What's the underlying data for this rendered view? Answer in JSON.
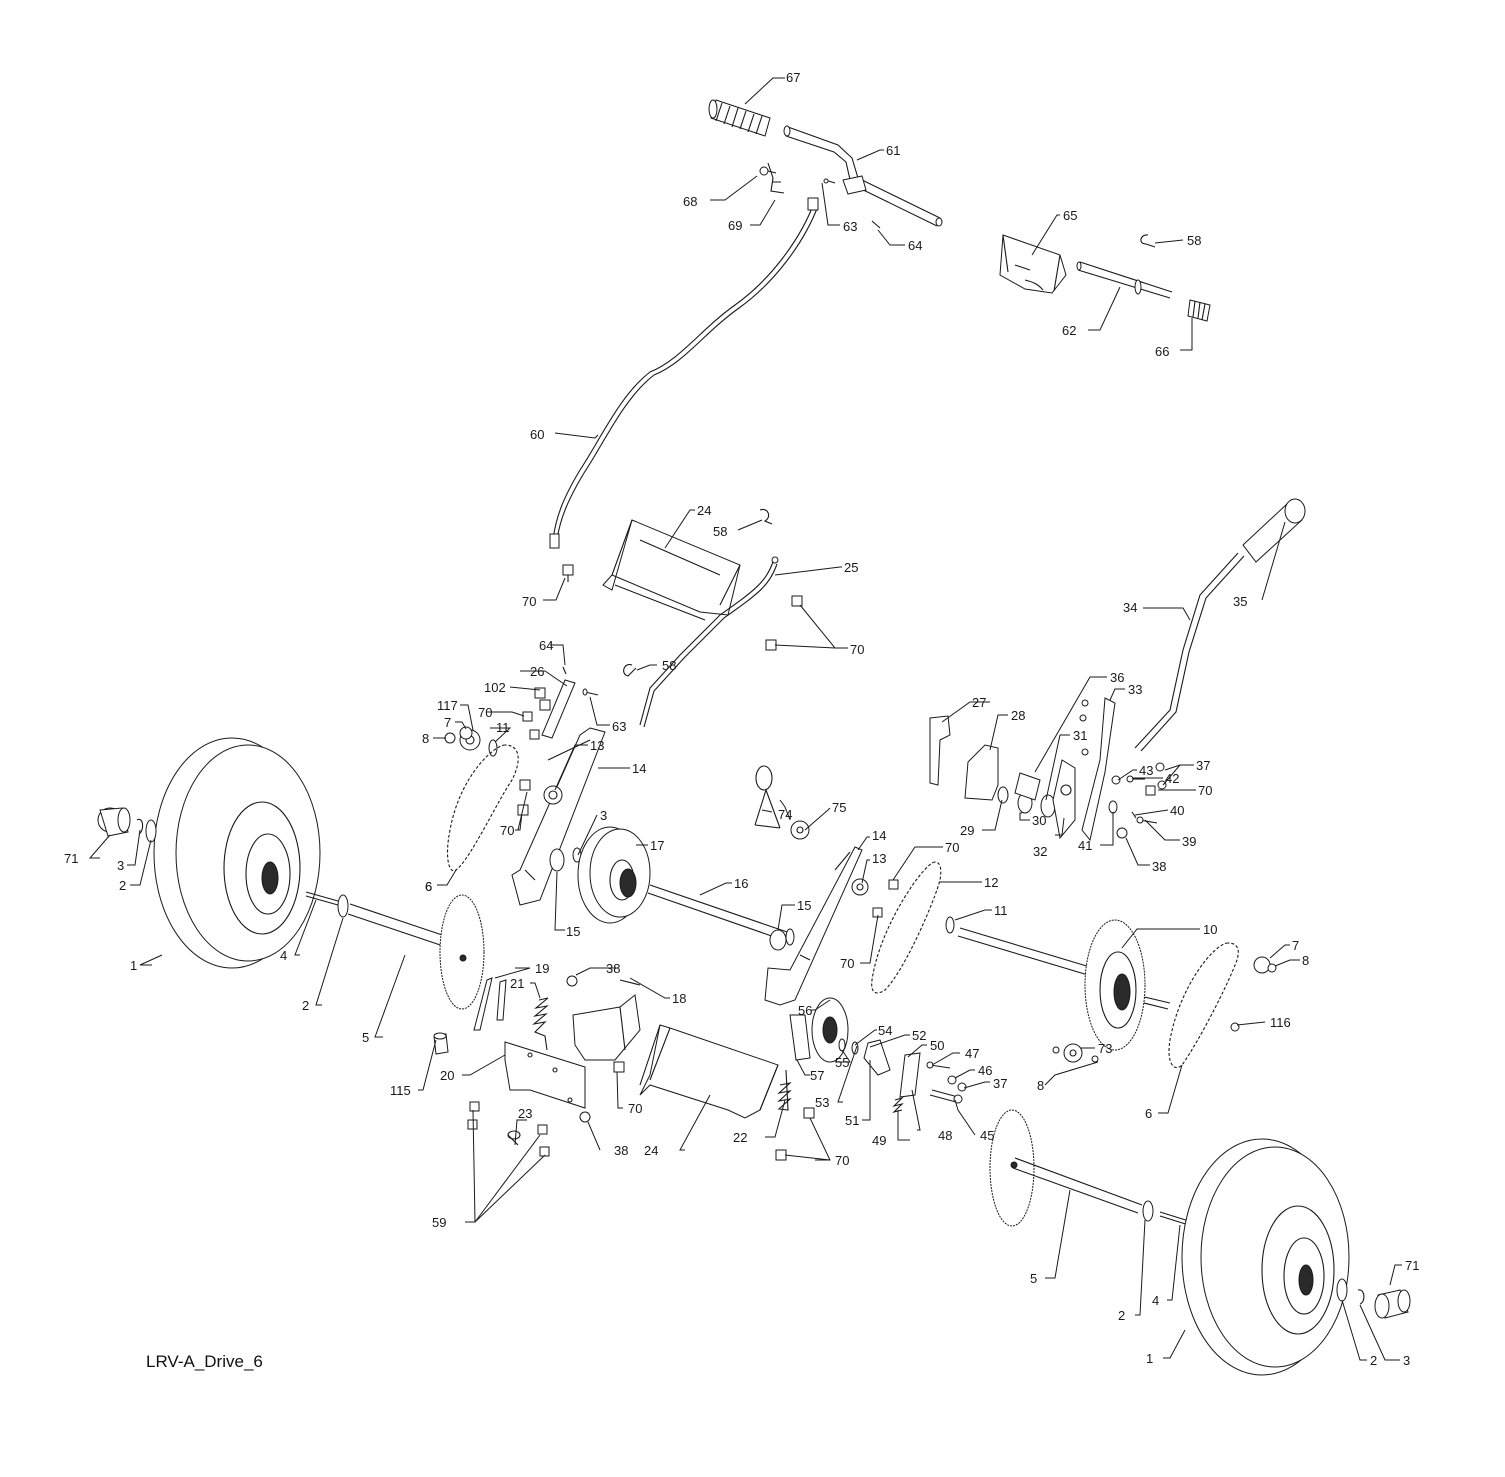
{
  "diagram_caption": "LRV-A_Drive_6",
  "callouts": [
    {
      "id": "c-67",
      "text": "67"
    },
    {
      "id": "c-61",
      "text": "61"
    },
    {
      "id": "c-68",
      "text": "68"
    },
    {
      "id": "c-69",
      "text": "69"
    },
    {
      "id": "c-63a",
      "text": "63"
    },
    {
      "id": "c-64a",
      "text": "64"
    },
    {
      "id": "c-65",
      "text": "65"
    },
    {
      "id": "c-58a",
      "text": "58"
    },
    {
      "id": "c-62",
      "text": "62"
    },
    {
      "id": "c-66",
      "text": "66"
    },
    {
      "id": "c-60",
      "text": "60"
    },
    {
      "id": "c-24a",
      "text": "24"
    },
    {
      "id": "c-58b",
      "text": "58"
    },
    {
      "id": "c-25",
      "text": "25"
    },
    {
      "id": "c-70a",
      "text": "70"
    },
    {
      "id": "c-70b",
      "text": "70"
    },
    {
      "id": "c-35",
      "text": "35"
    },
    {
      "id": "c-34",
      "text": "34"
    },
    {
      "id": "c-64b",
      "text": "64"
    },
    {
      "id": "c-58c",
      "text": "58"
    },
    {
      "id": "c-26",
      "text": "26"
    },
    {
      "id": "c-102",
      "text": "102"
    },
    {
      "id": "c-63b",
      "text": "63"
    },
    {
      "id": "c-117",
      "text": "117"
    },
    {
      "id": "c-70c",
      "text": "70"
    },
    {
      "id": "c-7a",
      "text": "7"
    },
    {
      "id": "c-11a",
      "text": "11"
    },
    {
      "id": "c-8a",
      "text": "8"
    },
    {
      "id": "c-6a",
      "text": "6"
    },
    {
      "id": "c-13a",
      "text": "13"
    },
    {
      "id": "c-14a",
      "text": "14"
    },
    {
      "id": "c-70d",
      "text": "70"
    },
    {
      "id": "c-27",
      "text": "27"
    },
    {
      "id": "c-28",
      "text": "28"
    },
    {
      "id": "c-36",
      "text": "36"
    },
    {
      "id": "c-33",
      "text": "33"
    },
    {
      "id": "c-37a",
      "text": "37"
    },
    {
      "id": "c-31",
      "text": "31"
    },
    {
      "id": "c-43",
      "text": "43"
    },
    {
      "id": "c-42",
      "text": "42"
    },
    {
      "id": "c-70e",
      "text": "70"
    },
    {
      "id": "c-40",
      "text": "40"
    },
    {
      "id": "c-29",
      "text": "29"
    },
    {
      "id": "c-30",
      "text": "30"
    },
    {
      "id": "c-32",
      "text": "32"
    },
    {
      "id": "c-41",
      "text": "41"
    },
    {
      "id": "c-39",
      "text": "39"
    },
    {
      "id": "c-38a",
      "text": "38"
    },
    {
      "id": "c-74",
      "text": "74"
    },
    {
      "id": "c-75",
      "text": "75"
    },
    {
      "id": "c-3a",
      "text": "3"
    },
    {
      "id": "c-17",
      "text": "17"
    },
    {
      "id": "c-14b",
      "text": "14"
    },
    {
      "id": "c-13b",
      "text": "13"
    },
    {
      "id": "c-70f",
      "text": "70"
    },
    {
      "id": "c-12",
      "text": "12"
    },
    {
      "id": "c-71a",
      "text": "71"
    },
    {
      "id": "c-3b",
      "text": "3"
    },
    {
      "id": "c-2a",
      "text": "2"
    },
    {
      "id": "c-6b",
      "text": "6"
    },
    {
      "id": "c-16",
      "text": "16"
    },
    {
      "id": "c-15a",
      "text": "15"
    },
    {
      "id": "c-15b",
      "text": "15"
    },
    {
      "id": "c-11b",
      "text": "11"
    },
    {
      "id": "c-70g",
      "text": "70"
    },
    {
      "id": "c-10",
      "text": "10"
    },
    {
      "id": "c-7b",
      "text": "7"
    },
    {
      "id": "c-8b",
      "text": "8"
    },
    {
      "id": "c-4a",
      "text": "4"
    },
    {
      "id": "c-2b",
      "text": "2"
    },
    {
      "id": "c-5a",
      "text": "5"
    },
    {
      "id": "c-1a",
      "text": "1"
    },
    {
      "id": "c-19",
      "text": "19"
    },
    {
      "id": "c-38b",
      "text": "38"
    },
    {
      "id": "c-21",
      "text": "21"
    },
    {
      "id": "c-18",
      "text": "18"
    },
    {
      "id": "c-56",
      "text": "56"
    },
    {
      "id": "c-116",
      "text": "116"
    },
    {
      "id": "c-115",
      "text": "115"
    },
    {
      "id": "c-20",
      "text": "20"
    },
    {
      "id": "c-54",
      "text": "54"
    },
    {
      "id": "c-52",
      "text": "52"
    },
    {
      "id": "c-50",
      "text": "50"
    },
    {
      "id": "c-47",
      "text": "47"
    },
    {
      "id": "c-73",
      "text": "73"
    },
    {
      "id": "c-55",
      "text": "55"
    },
    {
      "id": "c-57",
      "text": "57"
    },
    {
      "id": "c-46",
      "text": "46"
    },
    {
      "id": "c-37b",
      "text": "37"
    },
    {
      "id": "c-8c",
      "text": "8"
    },
    {
      "id": "c-70h",
      "text": "70"
    },
    {
      "id": "c-53",
      "text": "53"
    },
    {
      "id": "c-51",
      "text": "51"
    },
    {
      "id": "c-48",
      "text": "48"
    },
    {
      "id": "c-45",
      "text": "45"
    },
    {
      "id": "c-6c",
      "text": "6"
    },
    {
      "id": "c-23",
      "text": "23"
    },
    {
      "id": "c-24b",
      "text": "24"
    },
    {
      "id": "c-22",
      "text": "22"
    },
    {
      "id": "c-49",
      "text": "49"
    },
    {
      "id": "c-38c",
      "text": "38"
    },
    {
      "id": "c-70i",
      "text": "70"
    },
    {
      "id": "c-59",
      "text": "59"
    },
    {
      "id": "c-71b",
      "text": "71"
    },
    {
      "id": "c-5b",
      "text": "5"
    },
    {
      "id": "c-4b",
      "text": "4"
    },
    {
      "id": "c-2c",
      "text": "2"
    },
    {
      "id": "c-3c",
      "text": "3"
    },
    {
      "id": "c-1b",
      "text": "1"
    },
    {
      "id": "c-2d",
      "text": "2"
    }
  ]
}
